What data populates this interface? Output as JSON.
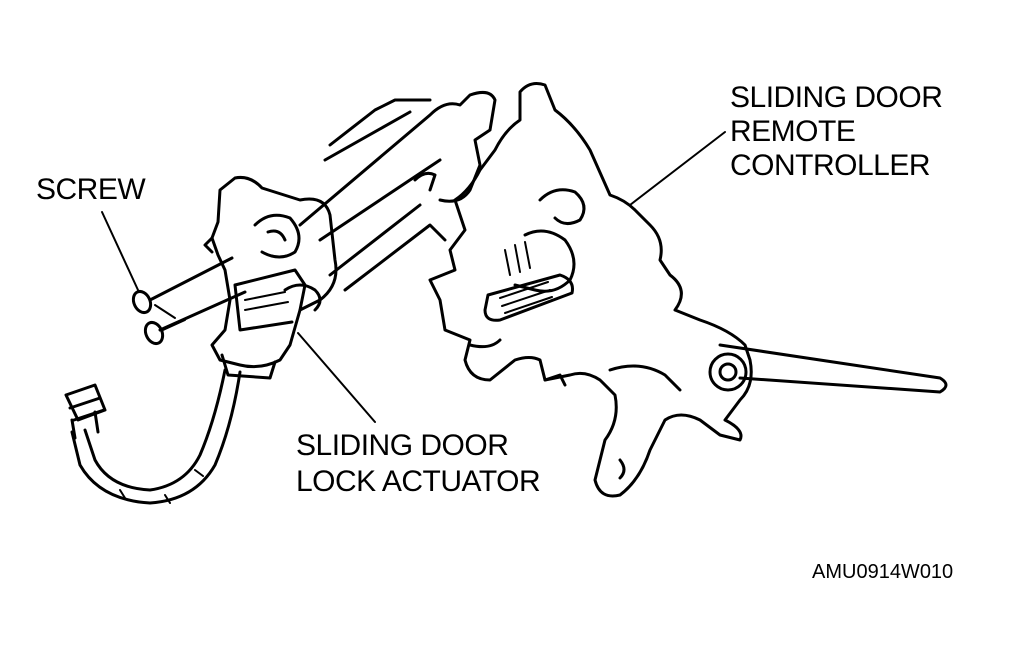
{
  "labels": {
    "screw": "SCREW",
    "remote_controller": [
      "SLIDING DOOR",
      "REMOTE",
      "CONTROLLER"
    ],
    "lock_actuator": [
      "SLIDING DOOR",
      "LOCK ACTUATOR"
    ]
  },
  "figure_id": "AMU0914W010"
}
